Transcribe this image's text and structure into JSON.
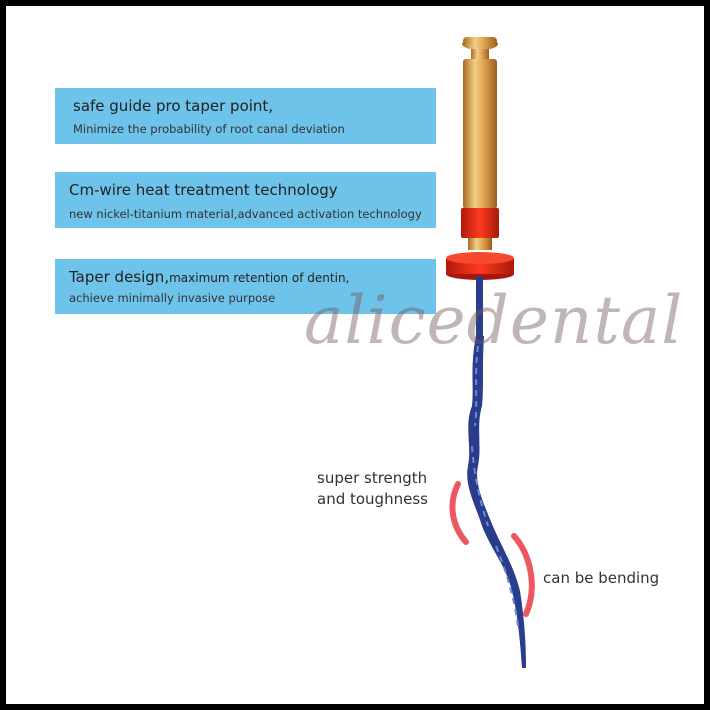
{
  "banners": [
    {
      "title": "safe guide pro taper point,",
      "subtitle": "Minimize the probability of root canal deviation"
    },
    {
      "title": "Cm-wire heat treatment technology",
      "subtitle": "new nickel-titanium material,advanced activation technology"
    },
    {
      "title": "Taper design,",
      "title_continued": "maximum retention of dentin,",
      "subtitle": "achieve minimally invasive purpose"
    }
  ],
  "watermark": "alicedental",
  "callouts": {
    "strength_line1": "super strength",
    "strength_line2": "and toughness",
    "bending": "can be bending"
  },
  "colors": {
    "banner": "#6ec3ea",
    "handle_gold": "#d9a24c",
    "stopper_red": "#e02810",
    "file_blue": "#2a3c8c",
    "accent_red": "#e4202a"
  }
}
